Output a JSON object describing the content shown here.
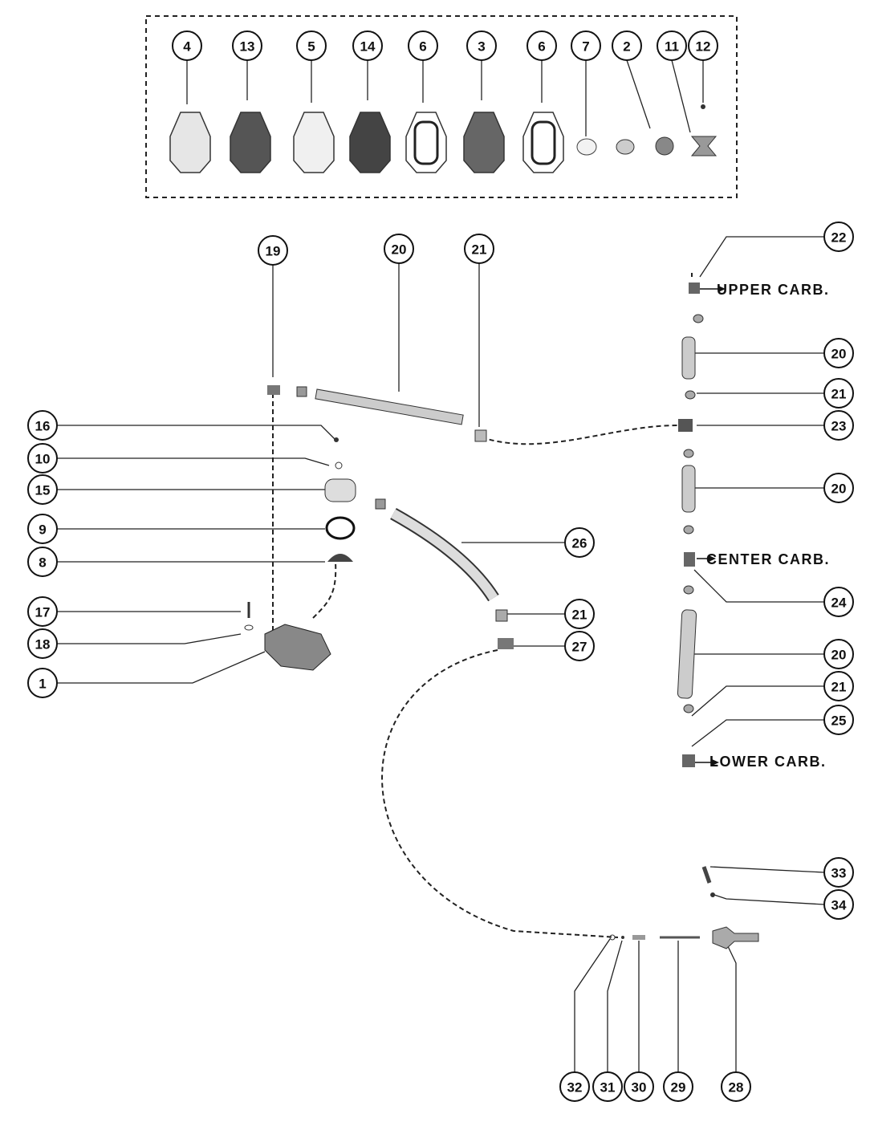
{
  "diagram": {
    "callouts": [
      "4",
      "13",
      "5",
      "14",
      "6",
      "3",
      "6",
      "7",
      "2",
      "11",
      "12",
      "19",
      "20",
      "21",
      "22",
      "20",
      "21",
      "23",
      "20",
      "16",
      "10",
      "15",
      "9",
      "8",
      "26",
      "24",
      "17",
      "18",
      "21",
      "27",
      "20",
      "1",
      "21",
      "25",
      "33",
      "34",
      "32",
      "31",
      "30",
      "29",
      "28"
    ],
    "labels": {
      "upper": "UPPER CARB.",
      "center": "CENTER CARB.",
      "lower": "LOWER CARB."
    }
  }
}
